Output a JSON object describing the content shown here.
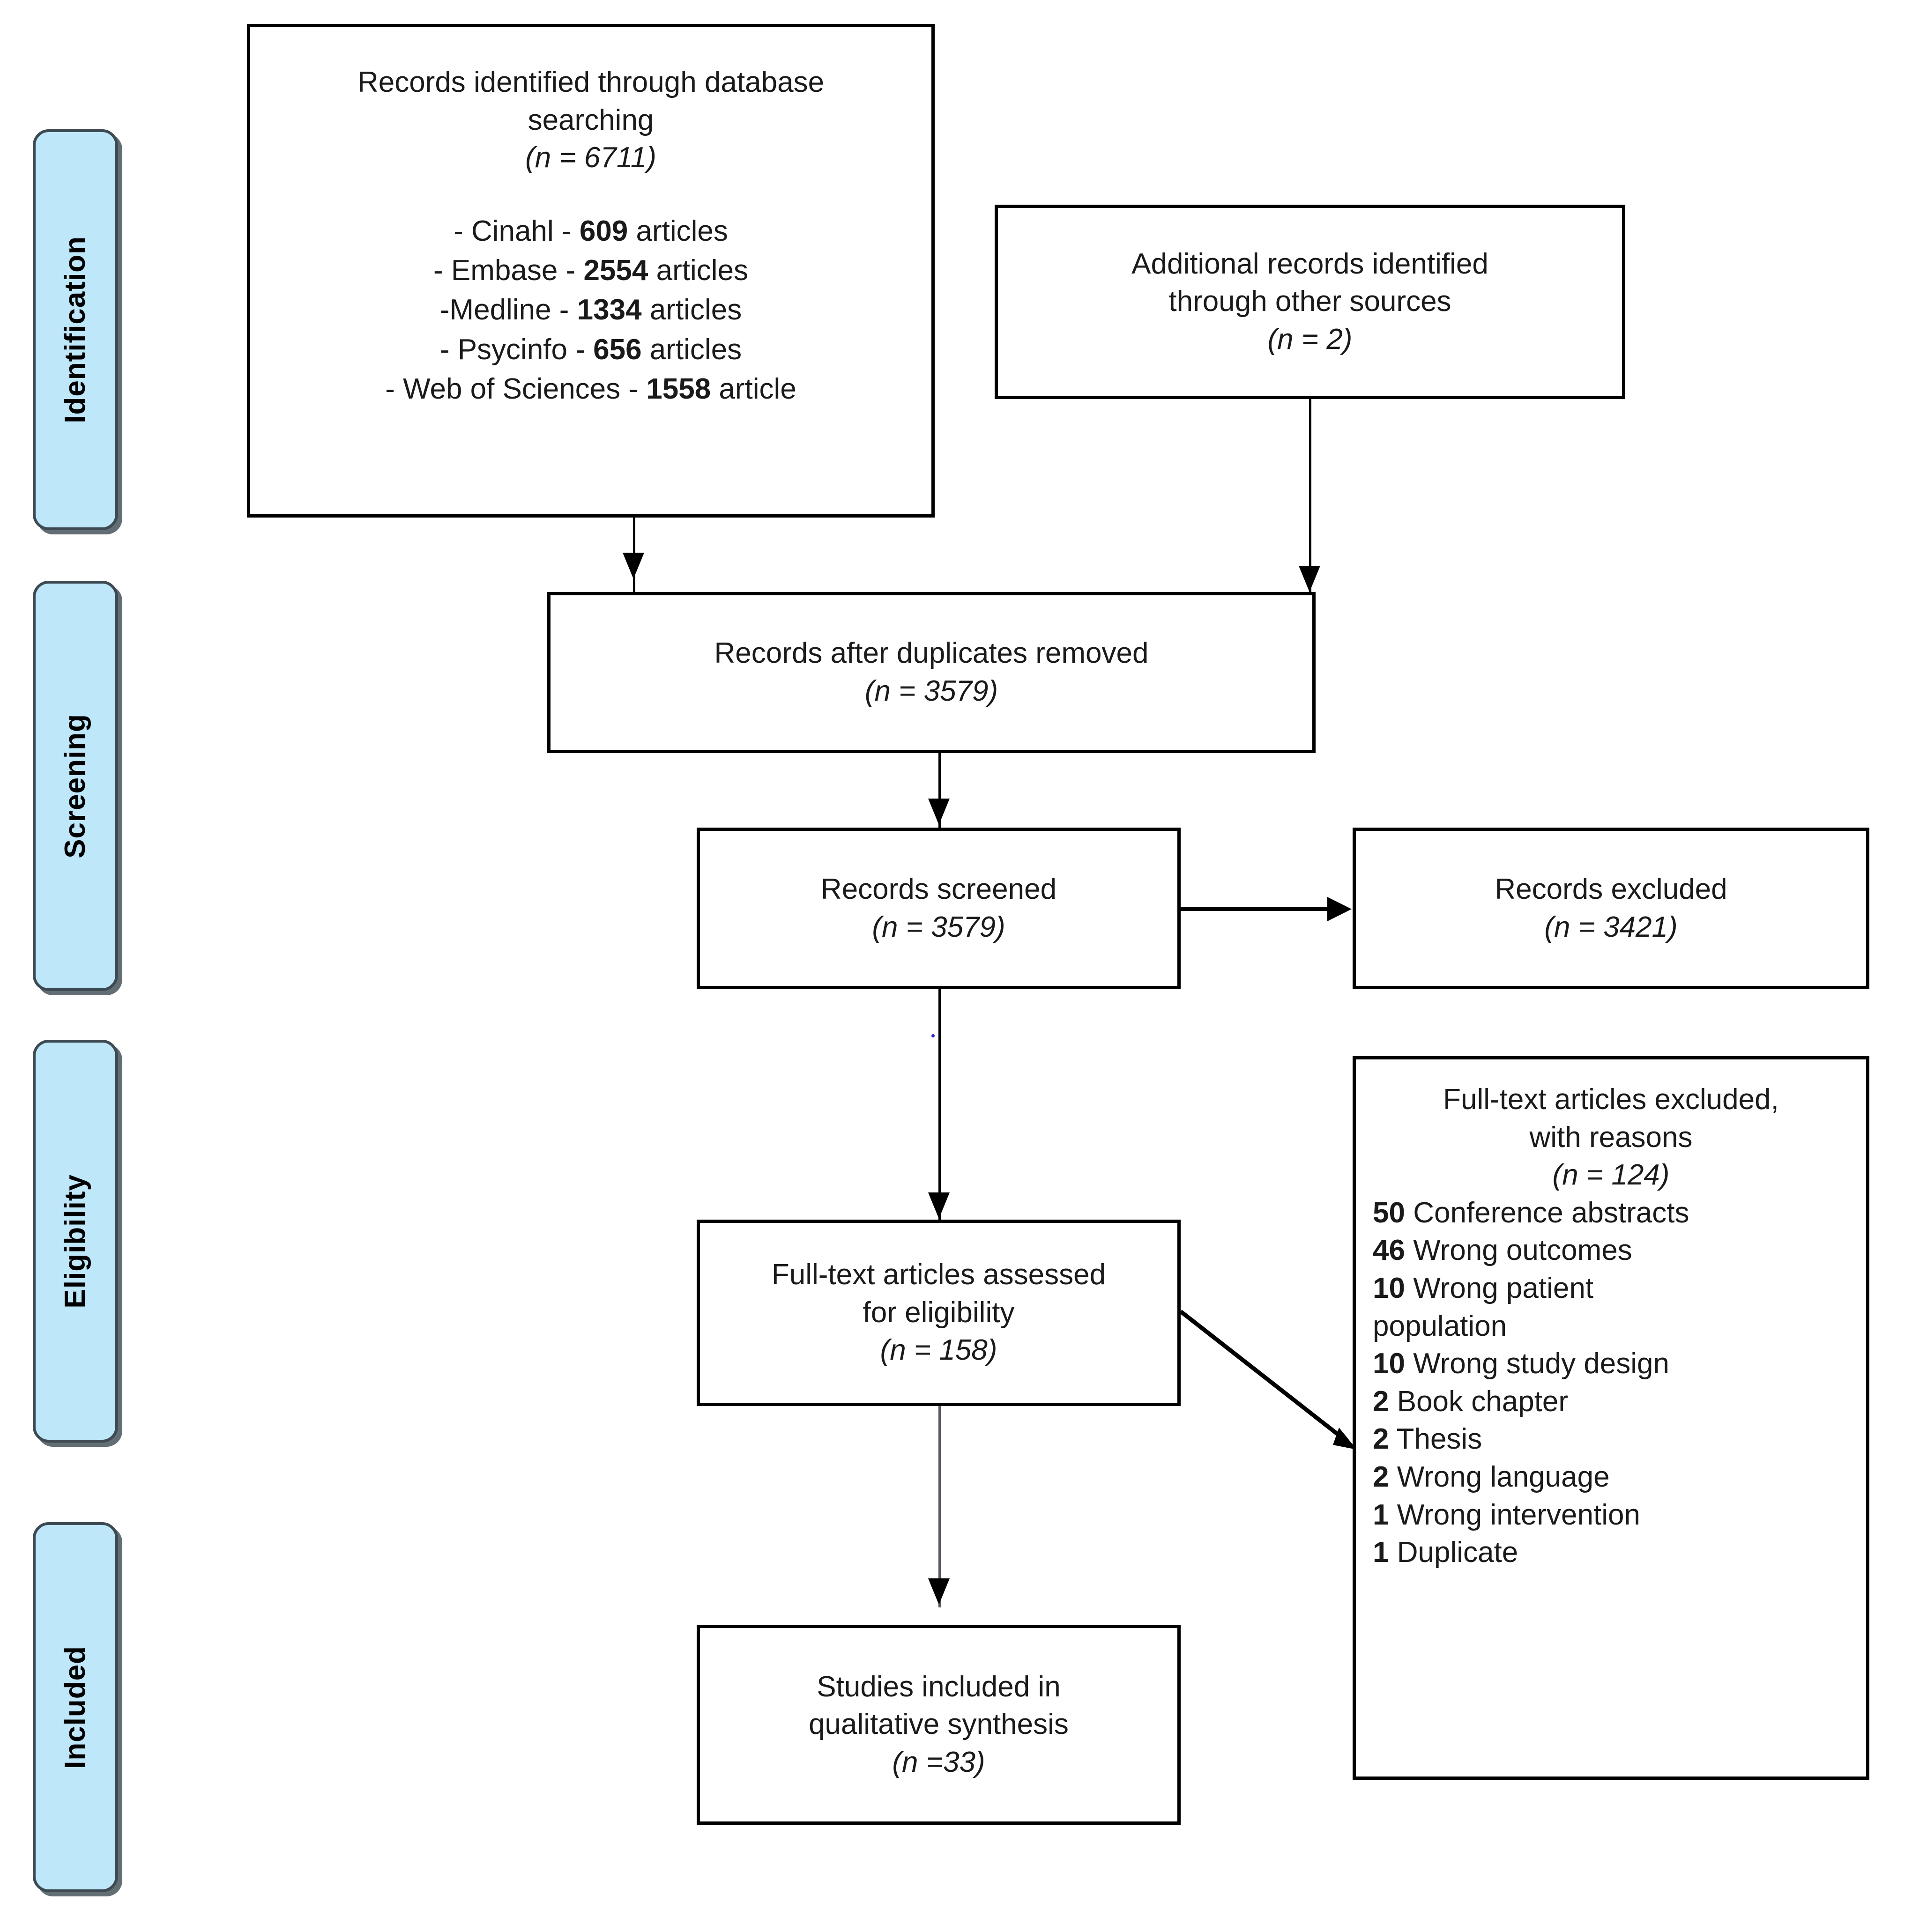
{
  "diagram": {
    "type": "prisma-flow-diagram",
    "stages": [
      {
        "id": "identification",
        "label": "Identification"
      },
      {
        "id": "screening",
        "label": "Screening"
      },
      {
        "id": "eligibility",
        "label": "Eligibility"
      },
      {
        "id": "included",
        "label": "Included"
      }
    ],
    "boxes": {
      "database_search": {
        "title_line1": "Records identified through database",
        "title_line2": "searching",
        "count": "(n = 6711)",
        "count_prefix": "(",
        "sources": [
          {
            "dash": "-  ",
            "name": "Cinahl - ",
            "value": "609",
            "unit": " articles"
          },
          {
            "dash": "- ",
            "name": "Embase - ",
            "value": "2554",
            "unit": " articles"
          },
          {
            "dash": "-",
            "name": "Medline - ",
            "value": "1334",
            "unit": " articles"
          },
          {
            "dash": "- ",
            "name": "Psycinfo - ",
            "value": "656",
            "unit": " articles"
          },
          {
            "dash": "- ",
            "name": "Web of Sciences - ",
            "value": "1558",
            "unit": " article"
          }
        ]
      },
      "other_sources": {
        "title_line1": "Additional records identified",
        "title_line2": "through other sources",
        "count": "(n = 2)"
      },
      "duplicates_removed": {
        "title_line1": "Records after duplicates removed",
        "count": "(n = 3579)"
      },
      "records_screened": {
        "title_line1": "Records screened",
        "count": "(n = 3579)"
      },
      "records_excluded": {
        "title_line1": "Records excluded",
        "count": "(n = 3421)"
      },
      "fulltext_assessed": {
        "title_line1": "Full-text articles assessed",
        "title_line2": "for eligibility",
        "count": "(n = 158)"
      },
      "fulltext_excluded": {
        "title_line1": "Full-text articles excluded,",
        "title_line2": "with reasons",
        "count": "(n = 124)",
        "reasons": [
          {
            "value": "50",
            "label": " Conference abstracts"
          },
          {
            "value": "46",
            "label": " Wrong outcomes"
          },
          {
            "value": "10",
            "label": " Wrong patient"
          },
          {
            "value": "",
            "label": "population"
          },
          {
            "value": "10",
            "label": " Wrong study design"
          },
          {
            "value": "2",
            "label": " Book chapter"
          },
          {
            "value": "2",
            "label": " Thesis"
          },
          {
            "value": "2",
            "label": " Wrong language"
          },
          {
            "value": "1",
            "label": " Wrong intervention"
          },
          {
            "value": "1",
            "label": " Duplicate"
          }
        ]
      },
      "studies_included": {
        "title_line1": "Studies included in",
        "title_line2": "qualitative synthesis",
        "count": "(n =33)"
      }
    },
    "colors": {
      "stage_fill": "#bfe7fa",
      "stage_border": "#3d4a52",
      "box_border": "#000000",
      "text": "#1a1a1a",
      "background": "#ffffff"
    }
  },
  "chart_data": {
    "type": "diagram",
    "title": "PRISMA flow diagram",
    "nodes": [
      {
        "id": "database_search",
        "stage": "Identification",
        "n": 6711,
        "breakdown": {
          "Cinahl": 609,
          "Embase": 2554,
          "Medline": 1334,
          "Psycinfo": 656,
          "Web of Sciences": 1558
        }
      },
      {
        "id": "other_sources",
        "stage": "Identification",
        "n": 2
      },
      {
        "id": "duplicates_removed",
        "stage": "Screening",
        "n": 3579
      },
      {
        "id": "records_screened",
        "stage": "Screening",
        "n": 3579
      },
      {
        "id": "records_excluded",
        "stage": "Screening",
        "n": 3421
      },
      {
        "id": "fulltext_assessed",
        "stage": "Eligibility",
        "n": 158
      },
      {
        "id": "fulltext_excluded",
        "stage": "Eligibility",
        "n": 124,
        "breakdown": {
          "Conference abstracts": 50,
          "Wrong outcomes": 46,
          "Wrong patient population": 10,
          "Wrong study design": 10,
          "Book chapter": 2,
          "Thesis": 2,
          "Wrong language": 2,
          "Wrong intervention": 1,
          "Duplicate": 1
        }
      },
      {
        "id": "studies_included",
        "stage": "Included",
        "n": 33
      }
    ],
    "edges": [
      {
        "from": "database_search",
        "to": "duplicates_removed"
      },
      {
        "from": "other_sources",
        "to": "duplicates_removed"
      },
      {
        "from": "duplicates_removed",
        "to": "records_screened"
      },
      {
        "from": "records_screened",
        "to": "records_excluded"
      },
      {
        "from": "records_screened",
        "to": "fulltext_assessed"
      },
      {
        "from": "fulltext_assessed",
        "to": "fulltext_excluded"
      },
      {
        "from": "fulltext_assessed",
        "to": "studies_included"
      }
    ]
  }
}
